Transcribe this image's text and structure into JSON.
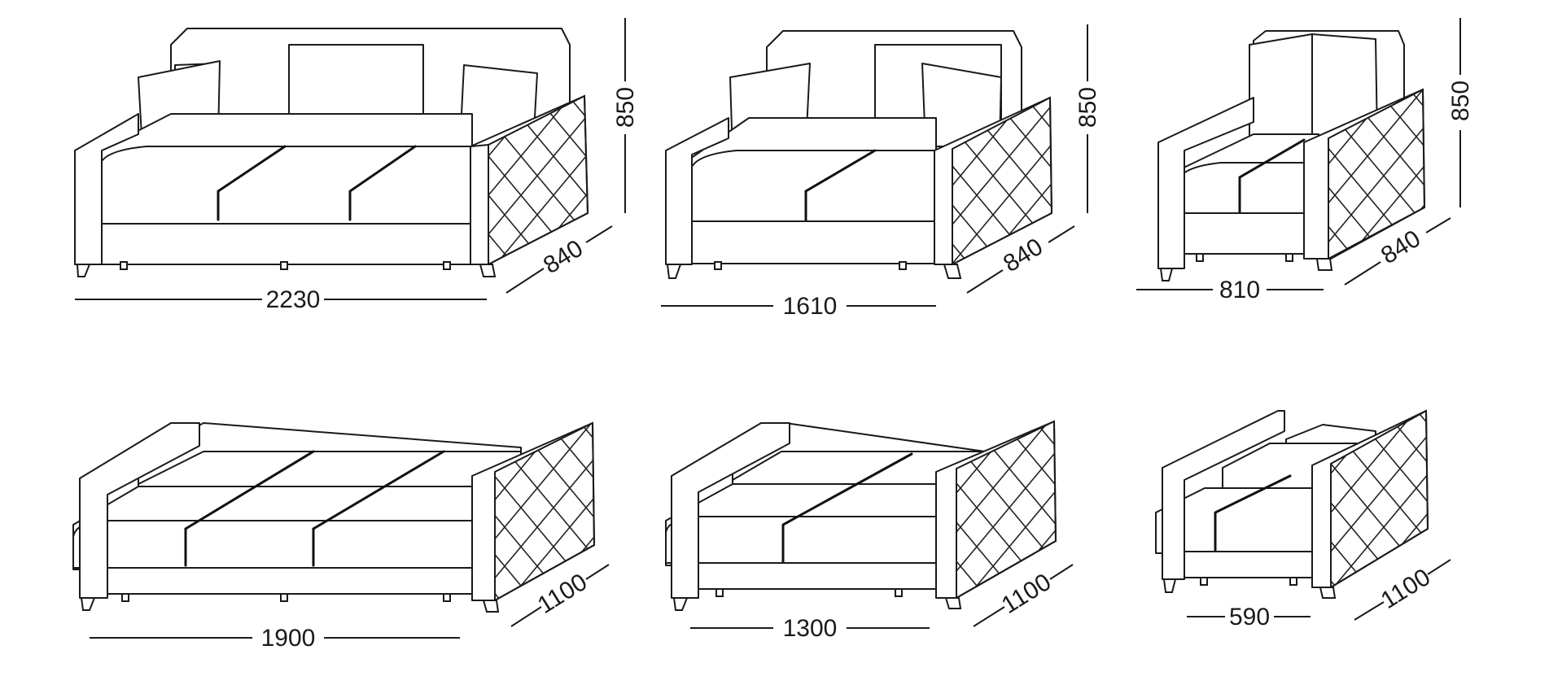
{
  "dimensions": {
    "sofa3_width": "2230",
    "sofa3_depth": "840",
    "sofa3_height": "850",
    "sofa2_width": "1610",
    "sofa2_depth": "840",
    "sofa2_height": "850",
    "chair_width": "810",
    "chair_depth": "840",
    "chair_height": "850",
    "bed3_width": "1900",
    "bed3_length": "1100",
    "bed2_width": "1300",
    "bed2_length": "1100",
    "bedchair_width": "590",
    "bedchair_length": "1100"
  }
}
